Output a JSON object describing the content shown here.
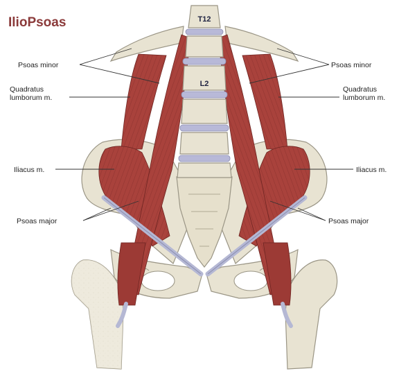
{
  "title": {
    "text": "IlioPsoas",
    "color": "#8b3a3a"
  },
  "vertebra_labels": {
    "top": "T12",
    "mid": "L2"
  },
  "labels": {
    "left": {
      "psoas_minor": "Psoas minor",
      "quadratus_1": "Quadratus",
      "quadratus_2": "lumborum m.",
      "iliacus": "Iliacus m.",
      "psoas_major": "Psoas major"
    },
    "right": {
      "psoas_minor": "Psoas minor",
      "quadratus_1": "Quadratus",
      "quadratus_2": "lumborum m.",
      "iliacus": "Iliacus m.",
      "psoas_major": "Psoas major"
    }
  },
  "colors": {
    "bone": "#e8e3d2",
    "bone_outline": "#9a9585",
    "muscle": "#a9423c",
    "muscle_dark": "#7e2b27",
    "disc": "#b8b9d8",
    "tendon": "#b5b8d4"
  }
}
